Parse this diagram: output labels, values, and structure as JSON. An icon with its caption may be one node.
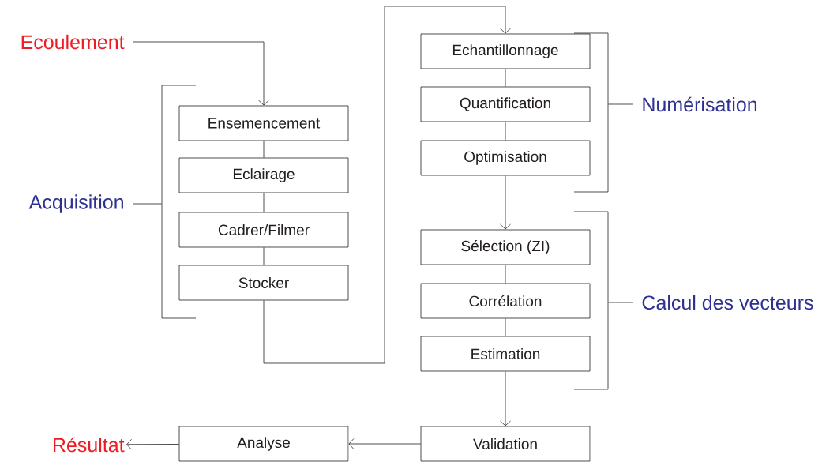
{
  "diagram": {
    "nodes": [
      {
        "text": [
          "Ecoulement"
        ]
      },
      {
        "text": [
          "Acquisition"
        ]
      },
      {
        "text": [],
        "shape": "bracket"
      },
      {
        "text": [
          "Ensemencement"
        ]
      },
      {
        "text": [
          "Eclairage"
        ]
      },
      {
        "text": [
          "Cadrer/Filmer"
        ]
      },
      {
        "text": [
          "Stocker"
        ]
      },
      {
        "text": [
          "Echantillonnage"
        ]
      },
      {
        "text": [
          "Quantification"
        ]
      },
      {
        "text": [
          "Optimisation"
        ]
      },
      {
        "text": [],
        "shape": "bracket"
      },
      {
        "text": [
          "Numérisation"
        ]
      },
      {
        "text": [
          "Sélection (ZI)"
        ]
      },
      {
        "text": [
          "Corrélation"
        ]
      },
      {
        "text": [
          "Estimation"
        ]
      },
      {
        "text": [],
        "shape": "bracket"
      },
      {
        "text": [
          "Calcul des vecteurs"
        ]
      },
      {
        "text": [
          "Validation"
        ]
      },
      {
        "text": [
          "Analyse"
        ]
      },
      {
        "text": [
          "Résultat"
        ]
      }
    ],
    "edges": [
      {
        "from": 0,
        "to": 3,
        "arrow": "to"
      },
      {
        "from": 3,
        "to": 4,
        "arrow": "none"
      },
      {
        "from": 4,
        "to": 5,
        "arrow": "none"
      },
      {
        "from": 5,
        "to": 6,
        "arrow": "none"
      },
      {
        "from": 6,
        "to": 7,
        "arrow": "to"
      },
      {
        "from": 7,
        "to": 8,
        "arrow": "none"
      },
      {
        "from": 8,
        "to": 9,
        "arrow": "none"
      },
      {
        "from": 9,
        "to": 12,
        "arrow": "to"
      },
      {
        "from": 12,
        "to": 13,
        "arrow": "none"
      },
      {
        "from": 13,
        "to": 14,
        "arrow": "none"
      },
      {
        "from": 14,
        "to": 17,
        "arrow": "to"
      },
      {
        "from": 17,
        "to": 18,
        "arrow": "to"
      },
      {
        "from": 18,
        "to": 19,
        "arrow": "to"
      },
      {
        "from": 1,
        "to": 2,
        "arrow": "none"
      },
      {
        "from": 11,
        "to": 10,
        "arrow": "none"
      },
      {
        "from": 16,
        "to": 15,
        "arrow": "none"
      }
    ]
  }
}
